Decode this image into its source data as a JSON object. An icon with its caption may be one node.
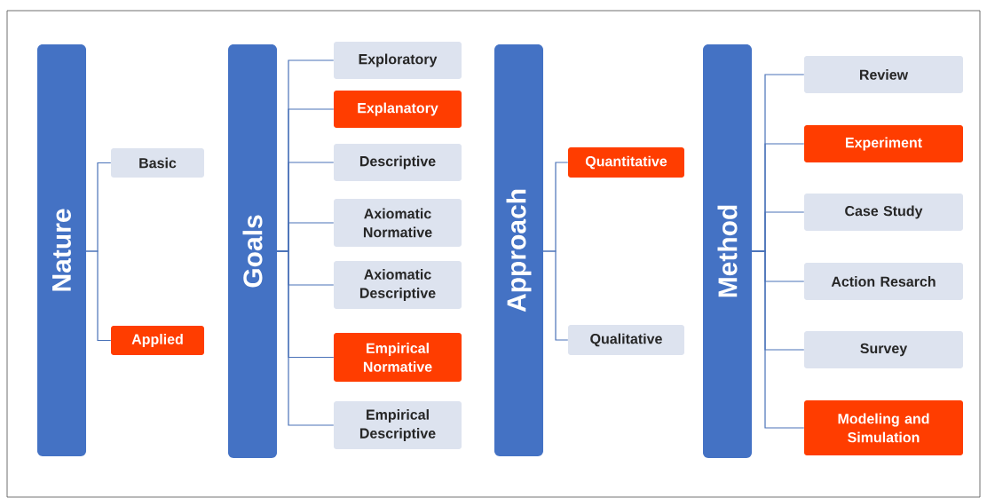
{
  "diagram": {
    "nodes": [
      {
        "text": [
          "Nature"
        ]
      },
      {
        "text": [
          "Basic"
        ]
      },
      {
        "text": [
          "Applied"
        ]
      },
      {
        "text": [
          "Goals"
        ]
      },
      {
        "text": [
          "Exploratory"
        ]
      },
      {
        "text": [
          "Explanatory"
        ]
      },
      {
        "text": [
          "Descriptive"
        ]
      },
      {
        "text": [
          "Axiomatic Normative"
        ]
      },
      {
        "text": [
          "Axiomatic Descriptive"
        ]
      },
      {
        "text": [
          "Empirical Normative"
        ]
      },
      {
        "text": [
          "Empirical Descriptive"
        ]
      },
      {
        "text": [
          "Approach"
        ]
      },
      {
        "text": [
          "Quantitative"
        ]
      },
      {
        "text": [
          "Qualitative"
        ]
      },
      {
        "text": [
          "Method"
        ]
      },
      {
        "text": [
          "Review"
        ]
      },
      {
        "text": [
          "Experiment"
        ]
      },
      {
        "text": [
          "Case Study"
        ]
      },
      {
        "text": [
          "Action Resarch"
        ]
      },
      {
        "text": [
          "Survey"
        ]
      },
      {
        "text": [
          "Modeling and Simulation"
        ]
      }
    ],
    "edges": [
      {
        "from": 0,
        "to": 1,
        "arrow": "none"
      },
      {
        "from": 0,
        "to": 2,
        "arrow": "none"
      },
      {
        "from": 3,
        "to": 4,
        "arrow": "none"
      },
      {
        "from": 3,
        "to": 5,
        "arrow": "none"
      },
      {
        "from": 3,
        "to": 6,
        "arrow": "none"
      },
      {
        "from": 3,
        "to": 7,
        "arrow": "none"
      },
      {
        "from": 3,
        "to": 8,
        "arrow": "none"
      },
      {
        "from": 3,
        "to": 9,
        "arrow": "none"
      },
      {
        "from": 3,
        "to": 10,
        "arrow": "none"
      },
      {
        "from": 11,
        "to": 12,
        "arrow": "none"
      },
      {
        "from": 11,
        "to": 13,
        "arrow": "none"
      },
      {
        "from": 14,
        "to": 15,
        "arrow": "none"
      },
      {
        "from": 14,
        "to": 16,
        "arrow": "none"
      },
      {
        "from": 14,
        "to": 17,
        "arrow": "none"
      },
      {
        "from": 14,
        "to": 18,
        "arrow": "none"
      },
      {
        "from": 14,
        "to": 19,
        "arrow": "none"
      },
      {
        "from": 14,
        "to": 20,
        "arrow": "none"
      }
    ]
  }
}
